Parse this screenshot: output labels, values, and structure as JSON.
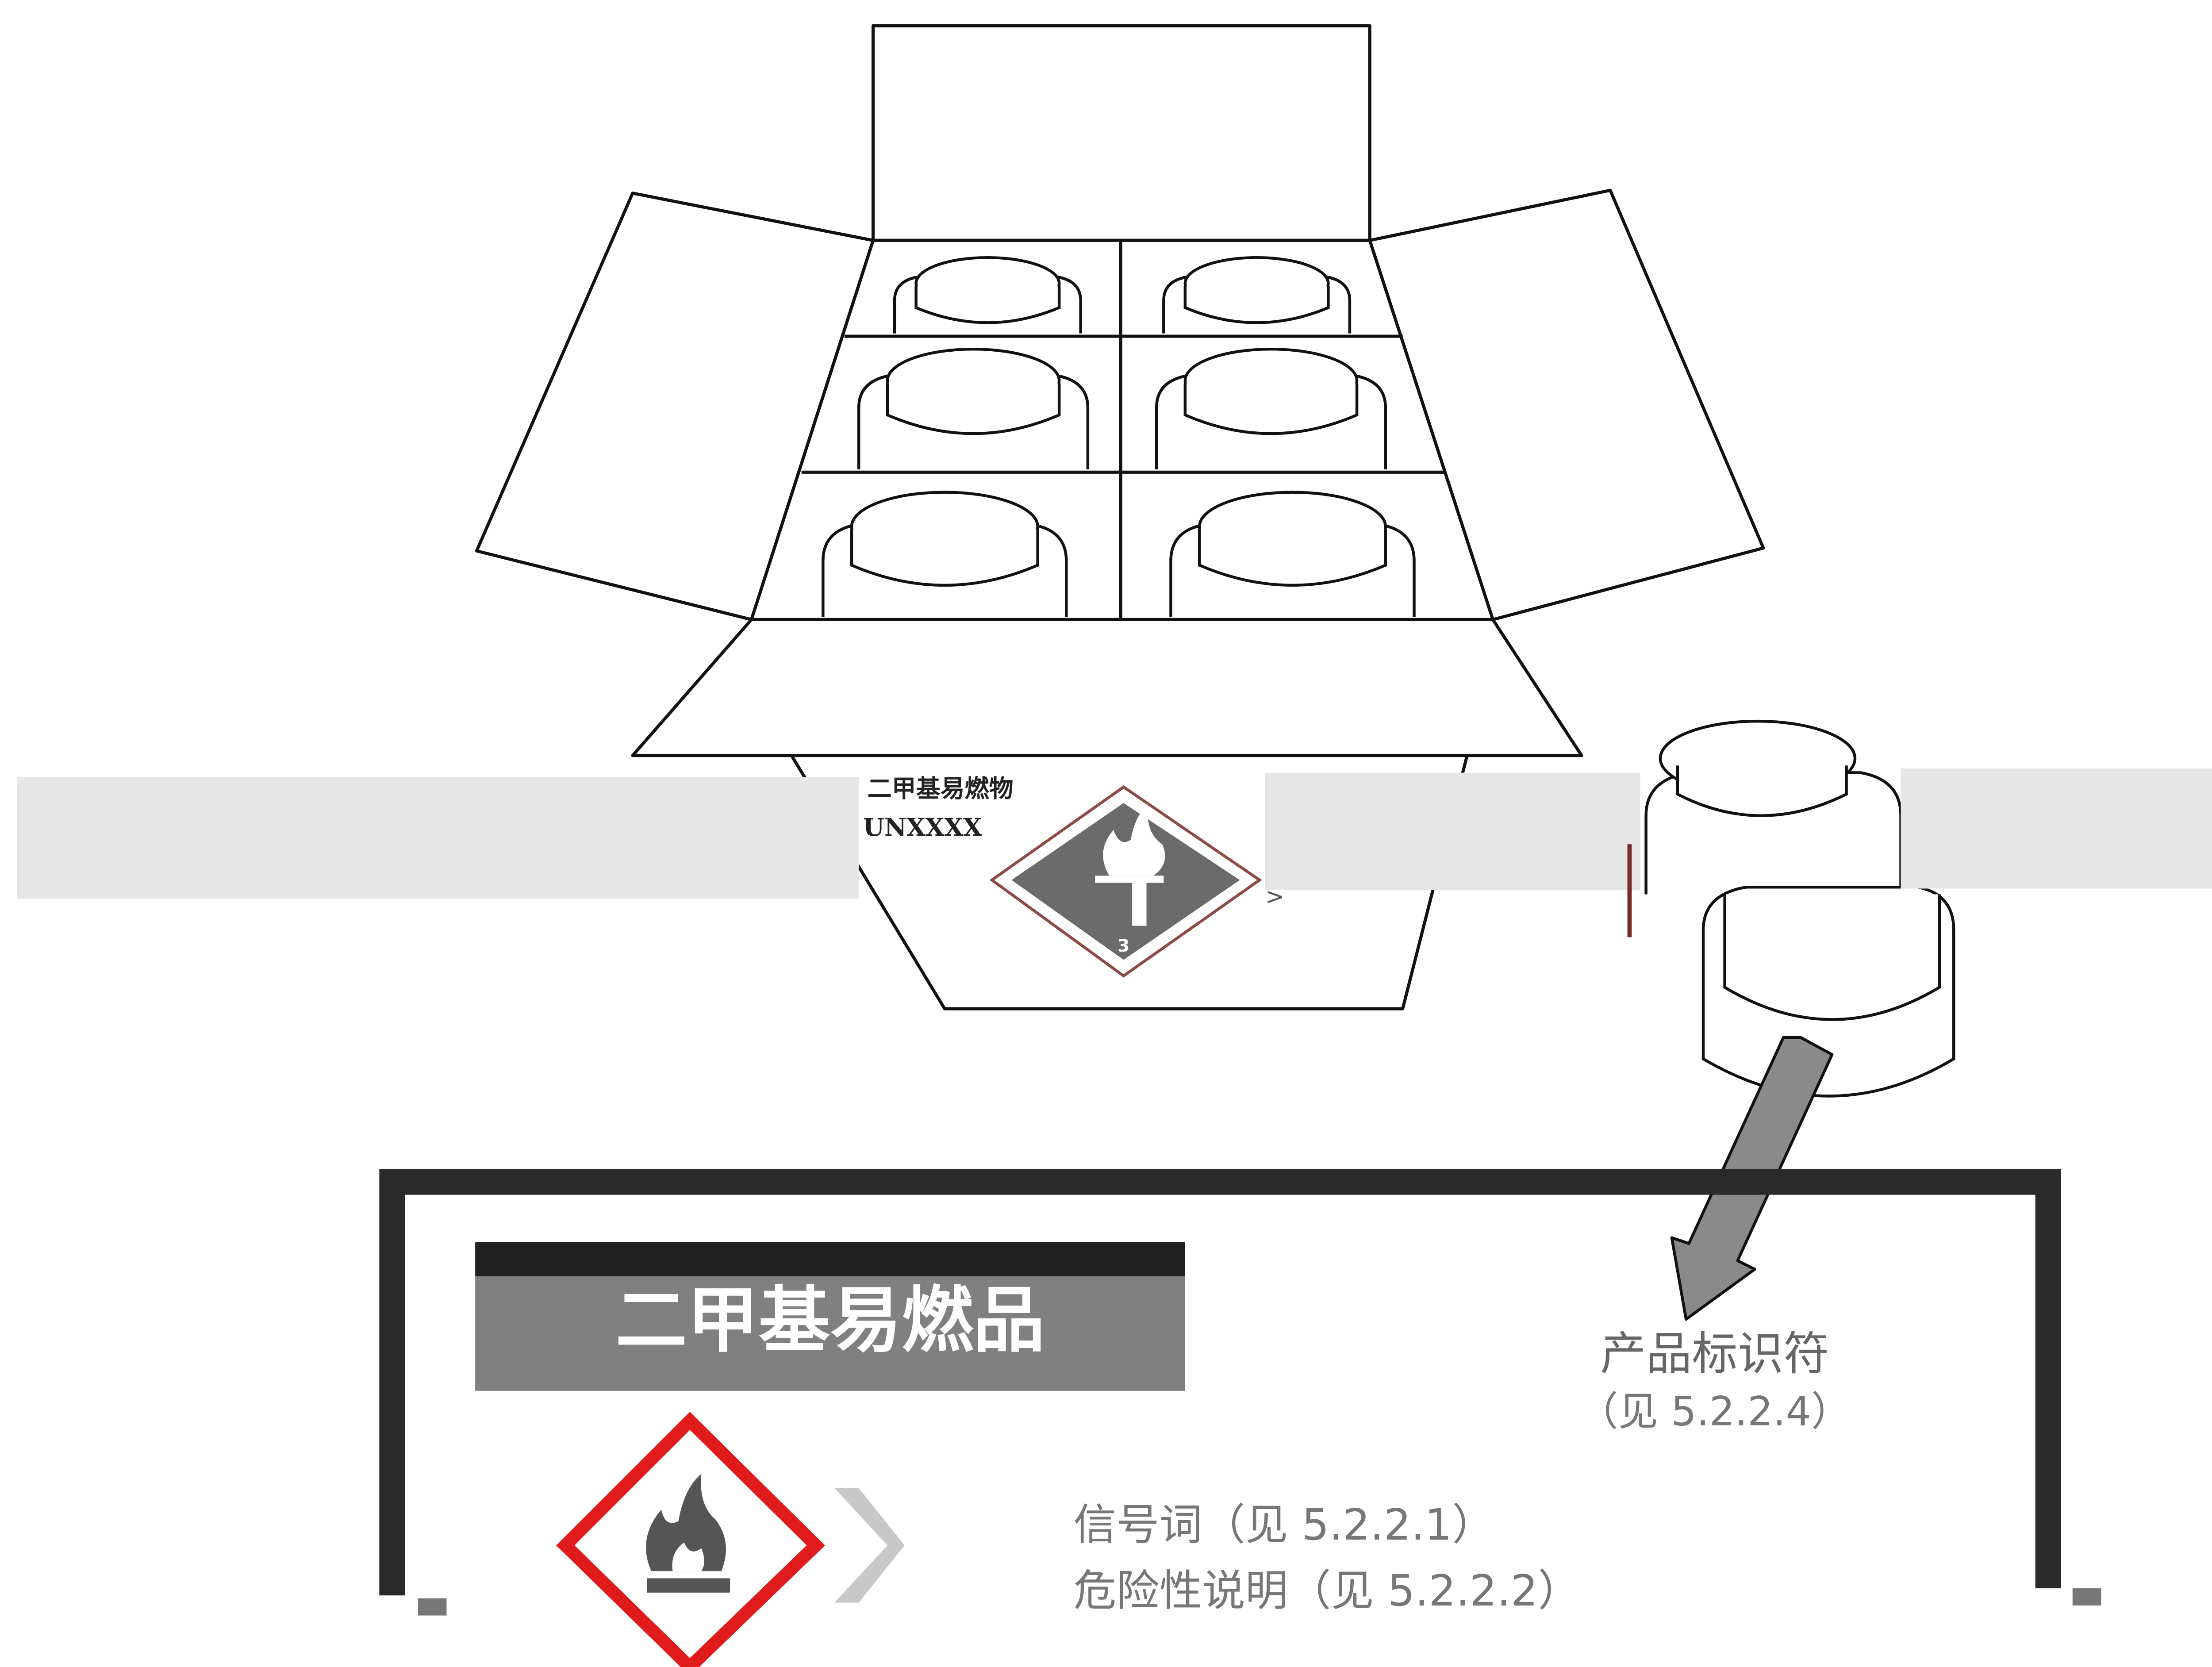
{
  "box_label": {
    "name": "二甲基易燃物",
    "un_number": "UNXXXX",
    "class_number": "3"
  },
  "label": {
    "product_name": "二甲基易燃品",
    "product_identifier": "产品标识符",
    "product_identifier_ref": "（见 5.2.2.4）",
    "signal_word": "信号词（见 5.2.2.1）",
    "hazard_statement": "危险性说明（见 5.2.2.2）"
  },
  "colors": {
    "line": "#111111",
    "label_border": "#2a2a2a",
    "banner": "#808080",
    "ghs_red": "#e01b1b",
    "diamond_fill": "#6b6b6b",
    "band": "#e6e6e6",
    "arrow": "#8a8a8a"
  },
  "icons": {
    "transport": "flammable-liquid-class-3-diamond-icon",
    "ghs": "ghs-flame-pictogram-icon",
    "arrow": "pointer-arrow-icon"
  }
}
